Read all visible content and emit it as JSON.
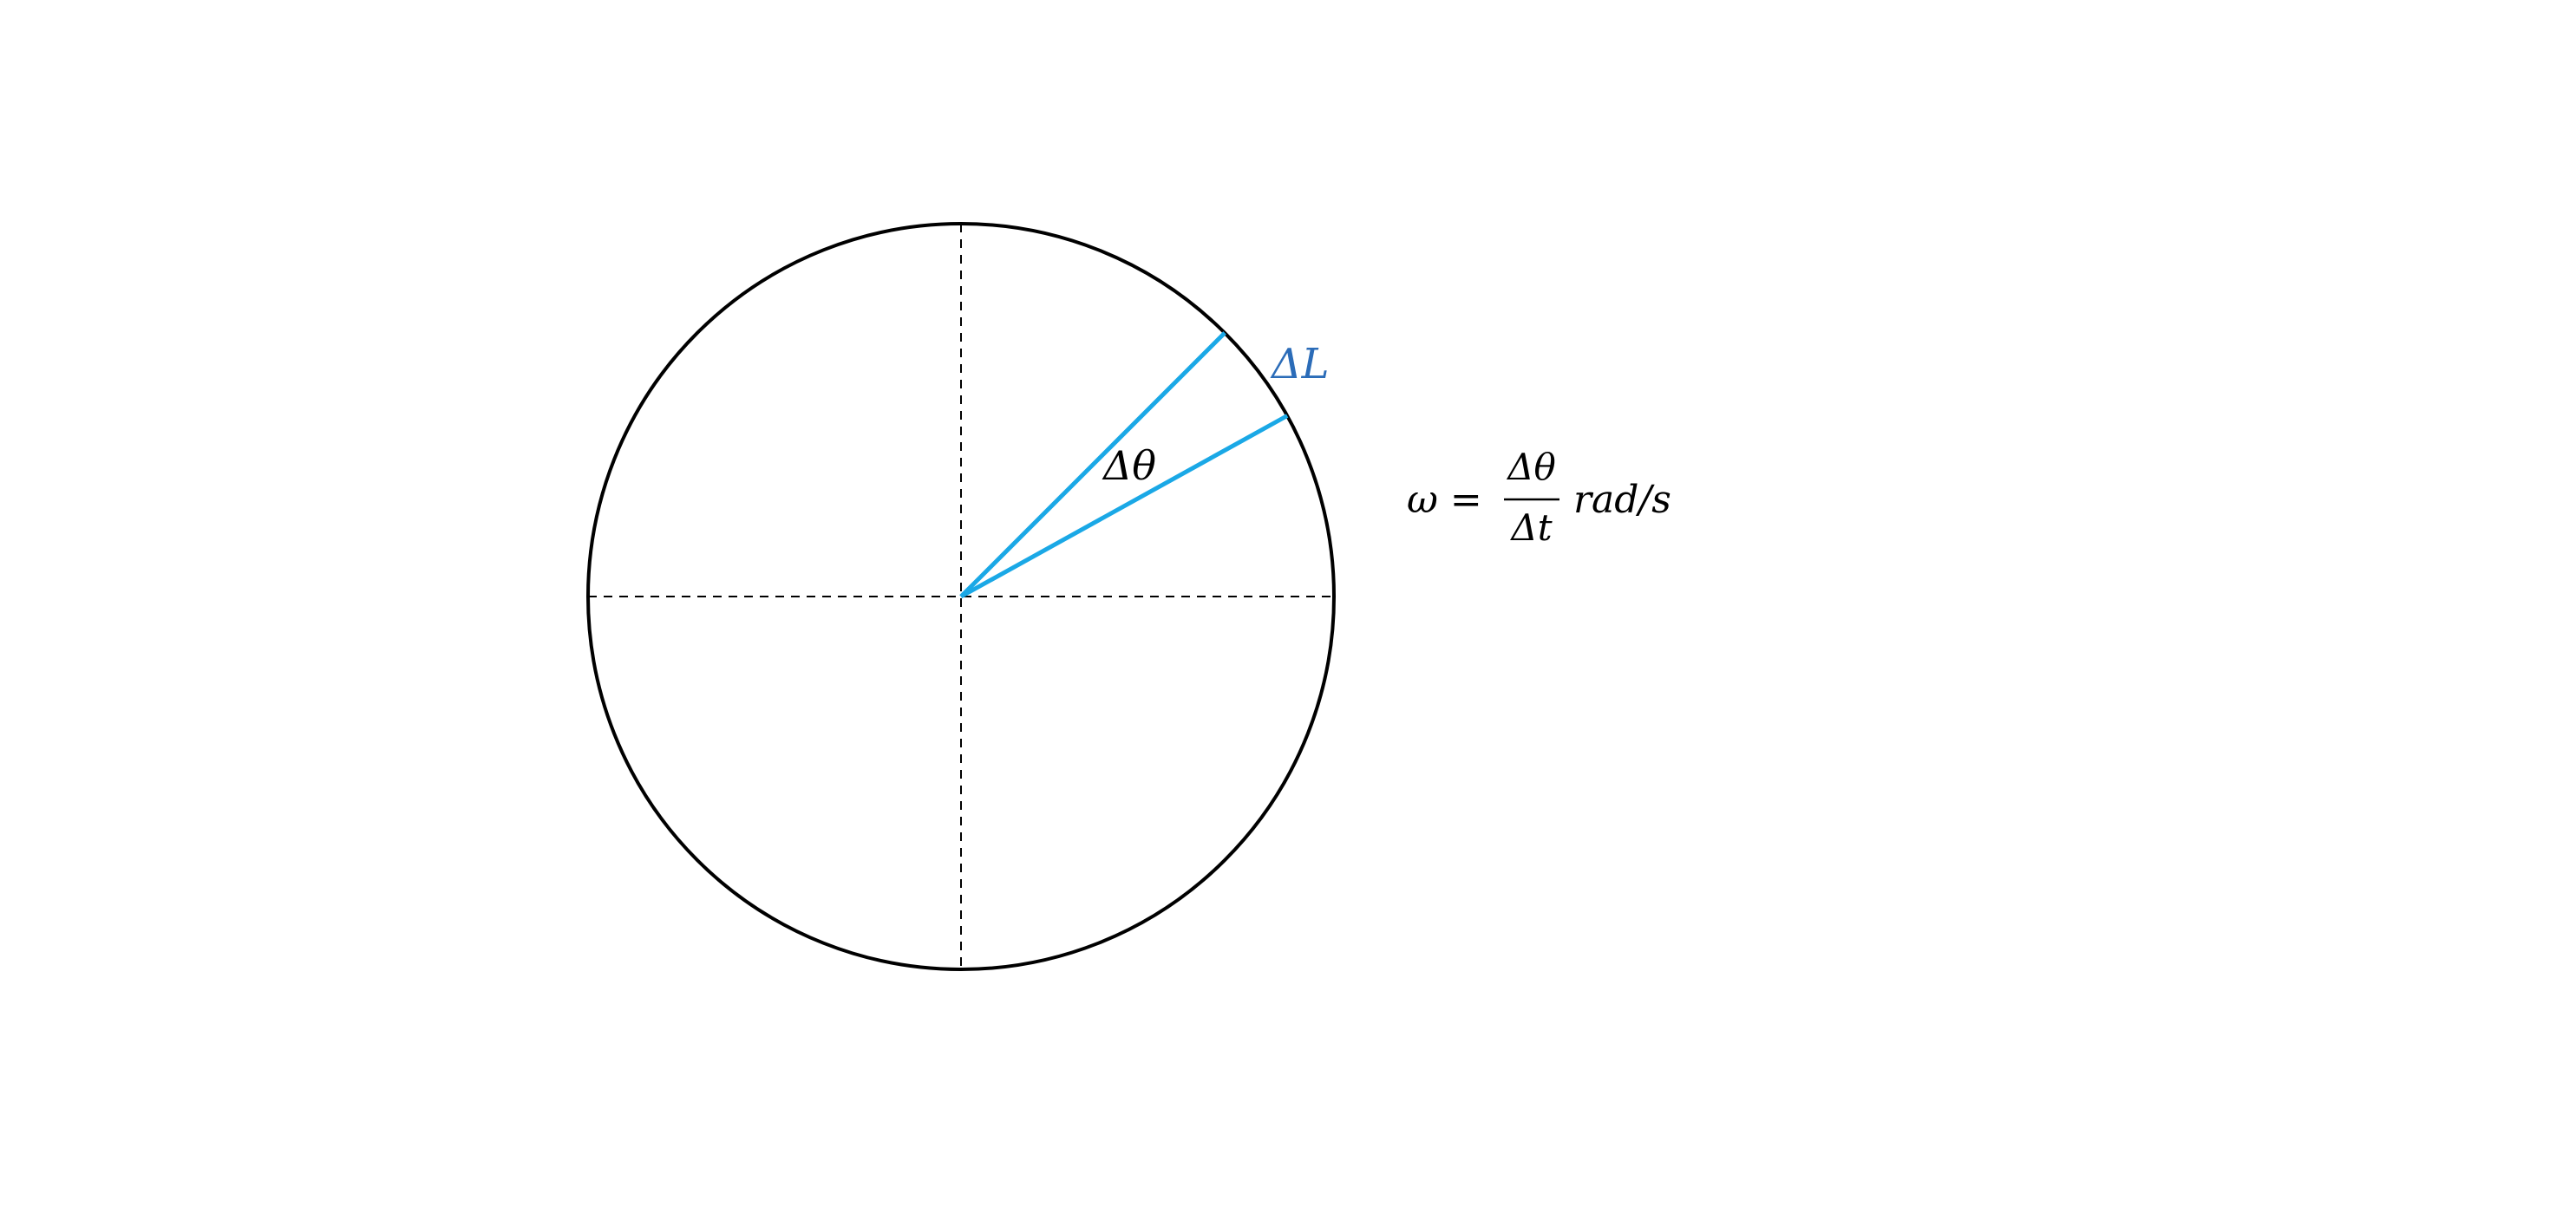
{
  "labels": {
    "arc": "ΔL",
    "angle": "Δθ"
  },
  "formula": {
    "lhs": "ω =",
    "numerator": "Δθ",
    "denominator": "Δt",
    "unit": "rad/s"
  },
  "colors": {
    "circle": "#000000",
    "axes": "#000000",
    "radius_lines": "#1aa8e6",
    "arc_label": "#2b6cb8",
    "text": "#000000"
  },
  "angles_deg": {
    "radius_a": 45,
    "radius_b": 29
  }
}
